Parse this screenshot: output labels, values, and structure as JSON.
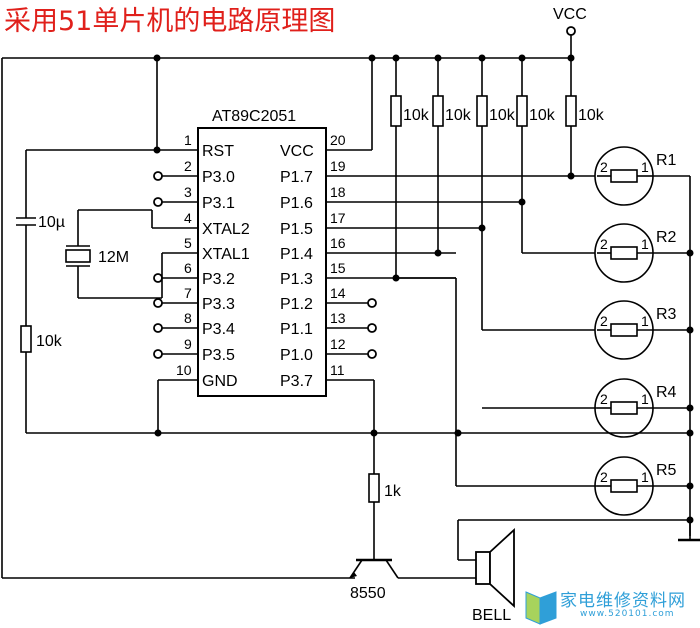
{
  "title": "采用51单片机的电路原理图",
  "chip": {
    "name": "AT89C2051",
    "left_pins": [
      {
        "num": "1",
        "name": "RST"
      },
      {
        "num": "2",
        "name": "P3.0"
      },
      {
        "num": "3",
        "name": "P3.1"
      },
      {
        "num": "4",
        "name": "XTAL2"
      },
      {
        "num": "5",
        "name": "XTAL1"
      },
      {
        "num": "6",
        "name": "P3.2"
      },
      {
        "num": "7",
        "name": "P3.3"
      },
      {
        "num": "8",
        "name": "P3.4"
      },
      {
        "num": "9",
        "name": "P3.5"
      },
      {
        "num": "10",
        "name": "GND"
      }
    ],
    "right_pins": [
      {
        "num": "20",
        "name": "VCC"
      },
      {
        "num": "19",
        "name": "P1.7"
      },
      {
        "num": "18",
        "name": "P1.6"
      },
      {
        "num": "17",
        "name": "P1.5"
      },
      {
        "num": "16",
        "name": "P1.4"
      },
      {
        "num": "15",
        "name": "P1.3"
      },
      {
        "num": "14",
        "name": "P1.2"
      },
      {
        "num": "13",
        "name": "P1.1"
      },
      {
        "num": "12",
        "name": "P1.0"
      },
      {
        "num": "11",
        "name": "P3.7"
      }
    ]
  },
  "labels": {
    "vcc": "VCC",
    "cap": "10µ",
    "crystal": "12M",
    "reset_resistor": "10k",
    "base_resistor": "1k",
    "transistor": "8550",
    "buzzer": "BELL"
  },
  "pullups": [
    "10k",
    "10k",
    "10k",
    "10k",
    "10k"
  ],
  "sensors": [
    "R1",
    "R2",
    "R3",
    "R4",
    "R5"
  ],
  "sensor_pins": {
    "left": "2",
    "right": "1"
  },
  "watermark": {
    "text": "家电维修资料网",
    "url": "www.520101.com"
  }
}
